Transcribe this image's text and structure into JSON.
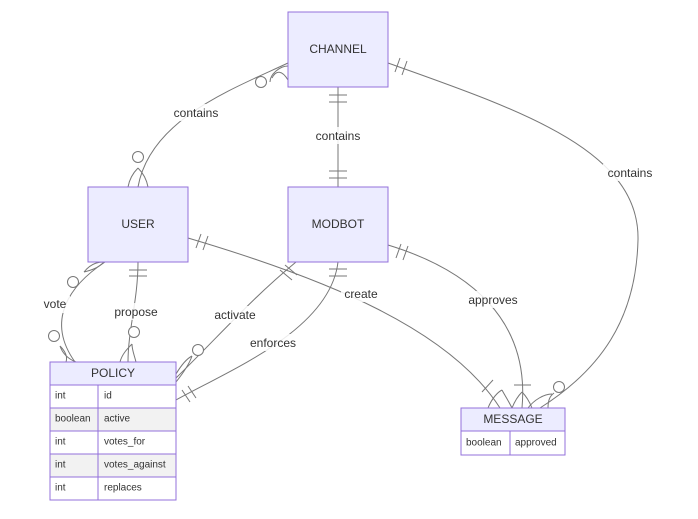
{
  "entities": {
    "channel": {
      "name": "CHANNEL"
    },
    "user": {
      "name": "USER"
    },
    "modbot": {
      "name": "MODBOT"
    },
    "policy": {
      "name": "POLICY",
      "attributes": [
        {
          "type": "int",
          "name": "id"
        },
        {
          "type": "boolean",
          "name": "active"
        },
        {
          "type": "int",
          "name": "votes_for"
        },
        {
          "type": "int",
          "name": "votes_against"
        },
        {
          "type": "int",
          "name": "replaces"
        }
      ]
    },
    "message": {
      "name": "MESSAGE",
      "attributes": [
        {
          "type": "boolean",
          "name": "approved"
        }
      ]
    }
  },
  "relationships": {
    "channel_user": "contains",
    "channel_modbot": "contains",
    "channel_message": "contains",
    "user_policy_vote": "vote",
    "user_policy_propose": "propose",
    "user_message_create": "create",
    "modbot_policy_activate": "activate",
    "modbot_policy_enforces": "enforces",
    "modbot_message_approves": "approves"
  },
  "colors": {
    "entity_fill": "#ececff",
    "entity_stroke": "#9370db",
    "line": "#777777",
    "text": "#333333"
  }
}
